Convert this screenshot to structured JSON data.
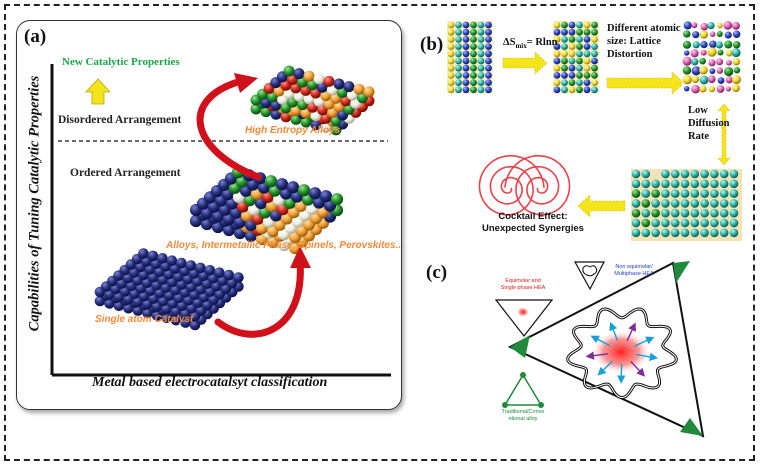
{
  "panel_a": {
    "letter": "(a)",
    "y_axis_label": "Capabilities of Tuning Catalytic Properties",
    "x_axis_label": "Metal based electrocatalsyt classification",
    "new_properties": "New Catalytic Properties",
    "disordered": "Disordered Arrangement",
    "ordered": "Ordered Arrangement",
    "hea": "High Entropy Alloys",
    "alloys": "Alloys, Intermetallic Phase, Spinels, Perovskites..",
    "single_atom": "Single atom Catalyst"
  },
  "panel_b": {
    "letter": "(b)",
    "entropy": "ΔS",
    "entropy_sub": "mix",
    "entropy_rhs": "= Rlnn",
    "atomic_size_1": "Different  atomic",
    "atomic_size_2": "size:     Lattice",
    "atomic_size_3": "Distortion",
    "diffusion_1": "Low",
    "diffusion_2": "Diffusion",
    "diffusion_3": "Rate",
    "cocktail_1": "Cocktail Effect:",
    "cocktail_2": "Unexpected Synergies"
  },
  "panel_c": {
    "letter": "(c)",
    "equimolar": "Equimolar and Single phase HEA",
    "nonequimolar": "Non equimolar/ Multiphase HEA",
    "traditional": "Traditional/Conve ntional alloy"
  },
  "colors": {
    "green_label": "#19a64a",
    "orange_label": "#f08a3a",
    "arrow_red": "#d0101a",
    "arrow_yellow": "#f3e41c",
    "triangle_green": "#1f8a3c"
  }
}
